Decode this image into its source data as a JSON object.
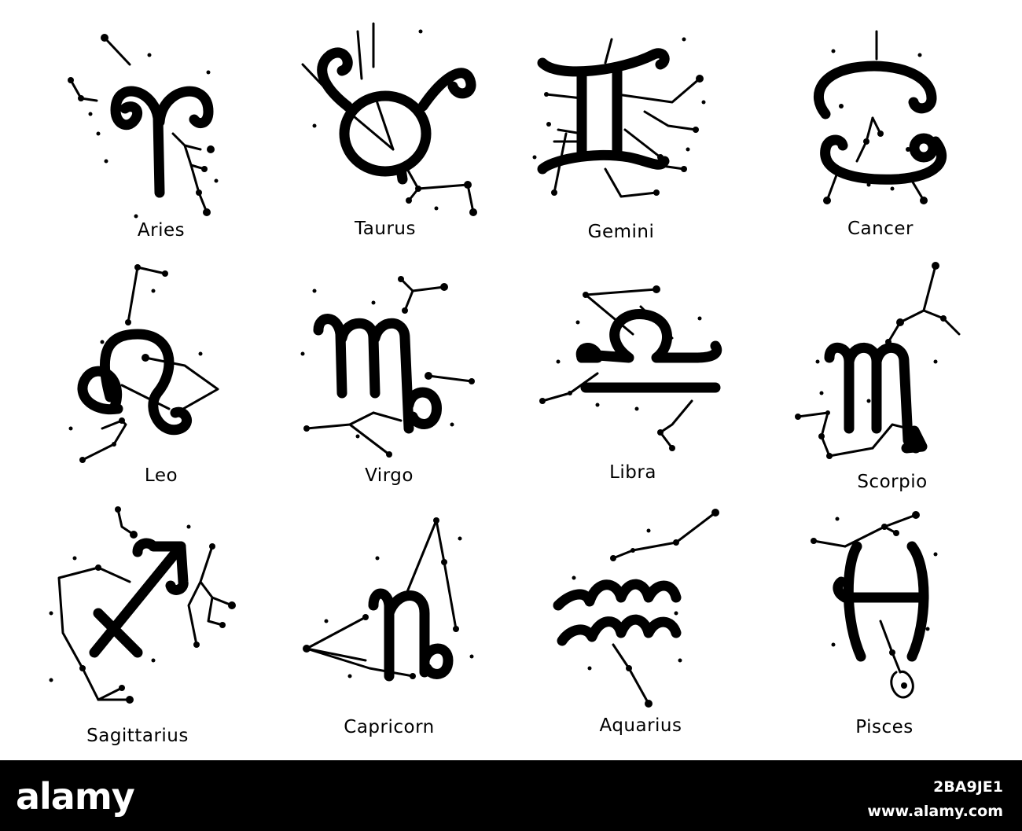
{
  "signs": [
    {
      "name": "Aries",
      "icon": "aries-icon"
    },
    {
      "name": "Taurus",
      "icon": "taurus-icon"
    },
    {
      "name": "Gemini",
      "icon": "gemini-icon"
    },
    {
      "name": "Cancer",
      "icon": "cancer-icon"
    },
    {
      "name": "Leo",
      "icon": "leo-icon"
    },
    {
      "name": "Virgo",
      "icon": "virgo-icon"
    },
    {
      "name": "Libra",
      "icon": "libra-icon"
    },
    {
      "name": "Scorpio",
      "icon": "scorpio-icon"
    },
    {
      "name": "Sagittarius",
      "icon": "sagittarius-icon"
    },
    {
      "name": "Capricorn",
      "icon": "capricorn-icon"
    },
    {
      "name": "Aquarius",
      "icon": "aquarius-icon"
    },
    {
      "name": "Pisces",
      "icon": "pisces-icon"
    }
  ],
  "watermark": {
    "brand": "alamy",
    "image_id": "2BA9JE1",
    "url": "www.alamy.com"
  },
  "colors": {
    "ink": "#000000",
    "background": "#ffffff",
    "banner": "#000000",
    "banner_text": "#ffffff"
  }
}
